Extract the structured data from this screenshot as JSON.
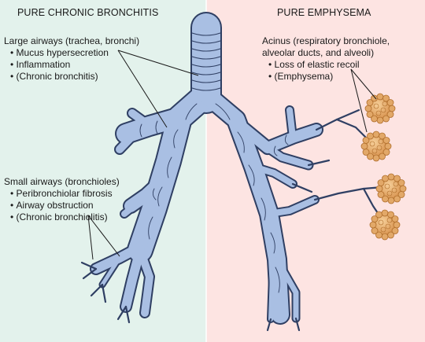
{
  "panels": {
    "left_title": "PURE CHRONIC BRONCHITIS",
    "right_title": "PURE EMPHYSEMA"
  },
  "colors": {
    "left_bg": "#e3f2ec",
    "right_bg": "#fde4e2",
    "airway_fill": "#a9bfe3",
    "airway_stroke": "#2f3f63",
    "acinus_fill": "#e2a868",
    "acinus_stroke": "#b06e2c"
  },
  "annotations": {
    "large_airways": {
      "heading": "Large airways (trachea, bronchi)",
      "items": [
        "Mucus hypersecretion",
        "Inflammation",
        "(Chronic bronchitis)"
      ]
    },
    "small_airways": {
      "heading": "Small airways (bronchioles)",
      "items": [
        "Peribronchiolar fibrosis",
        "Airway obstruction",
        "(Chronic bronchiolitis)"
      ]
    },
    "acinus": {
      "heading_line1": "Acinus (respiratory bronchiole,",
      "heading_line2": "alveolar ducts, and alveoli)",
      "items": [
        "Loss of elastic recoil",
        "(Emphysema)"
      ]
    }
  }
}
